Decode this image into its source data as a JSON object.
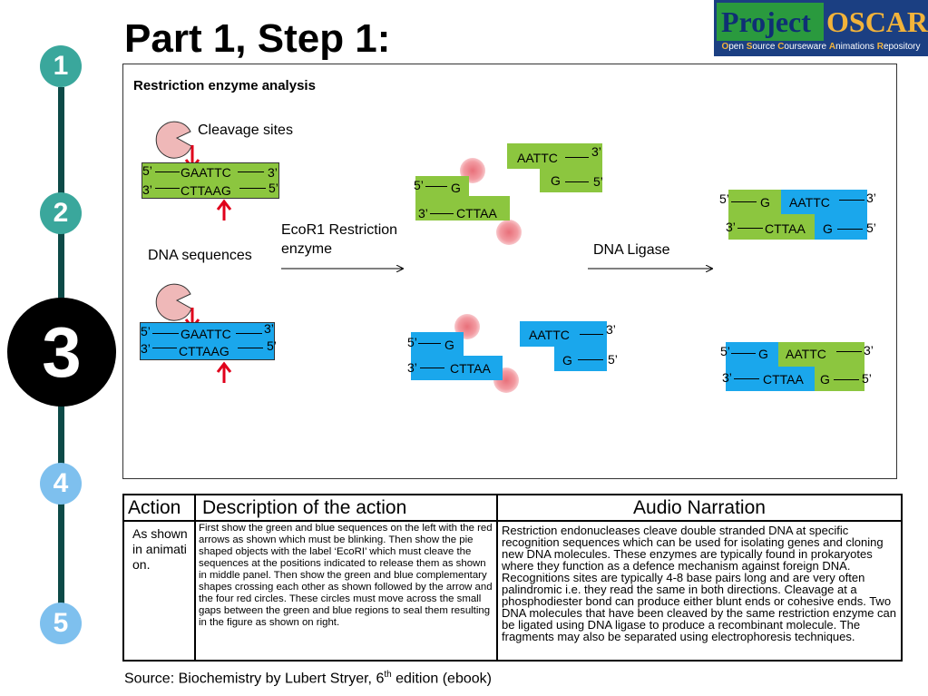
{
  "header": {
    "title": "Part 1, Step 1:",
    "logo": {
      "word_left": "Project",
      "word_right": "OSCAR",
      "subtitle_parts": [
        "O",
        "pen ",
        "S",
        "ource ",
        "C",
        "ourseware ",
        "A",
        "nimations ",
        "R",
        "epository"
      ]
    }
  },
  "steps": [
    {
      "label": "1",
      "color": "#3aa79c"
    },
    {
      "label": "2",
      "color": "#3aa79c"
    },
    {
      "label": "3",
      "color": "#000000"
    },
    {
      "label": "4",
      "color": "#7ec0ee"
    },
    {
      "label": "5",
      "color": "#7ec0ee"
    }
  ],
  "panel": {
    "title": "Restriction enzyme analysis",
    "cleavage_label": "Cleavage sites",
    "dna_sequences_label": "DNA sequences",
    "enzyme_label_1": "EcoR1 Restriction",
    "enzyme_label_2": "enzyme",
    "ligase_label": "DNA Ligase",
    "p5": "5’",
    "p3": "3’",
    "seq_top": "GAATTC",
    "seq_bottom": "CTTAAG",
    "frag_g": "G",
    "frag_cttaa": "CTTAA",
    "frag_aattc": "AATTC"
  },
  "table": {
    "headers": {
      "action": "Action",
      "description": "Description of the action",
      "narration": "Audio Narration"
    },
    "action_text": "As shown in animation.",
    "description_text": "First show the green and blue sequences on the left with the red arrows as shown which must be blinking. Then show the pie shaped objects with the label ‘EcoRI’ which must cleave the sequences at the positions indicated to release them as shown in middle panel. Then show the green and blue complementary shapes crossing each other as shown followed by the arrow and the four red circles. These circles must move across the small gaps between the green and blue regions to seal them resulting in the figure as shown on right.",
    "narration_text": "Restriction endonucleases cleave double stranded DNA at specific recognition sequences which can be used for isolating genes and cloning new DNA molecules. These enzymes are typically found in prokaryotes where they function as a defence mechanism against foreign DNA. Recognitions sites are typically 4-8 base pairs long and are very often palindromic i.e. they read the same in both directions. Cleavage at a phosphodiester bond can produce either blunt ends or cohesive ends. Two DNA molecules that have been cleaved by the same restriction enzyme can be ligated using DNA ligase to produce a recombinant molecule. The fragments may also be separated using electrophoresis techniques."
  },
  "source": {
    "prefix": "Source: Biochemistry by Lubert Stryer, 6",
    "sup": "th",
    "suffix": " edition (ebook)"
  },
  "colors": {
    "green": "#8cc63f",
    "blue": "#1aa7ec",
    "arrow_red": "#e0001b",
    "pie": "#efb8b8"
  }
}
